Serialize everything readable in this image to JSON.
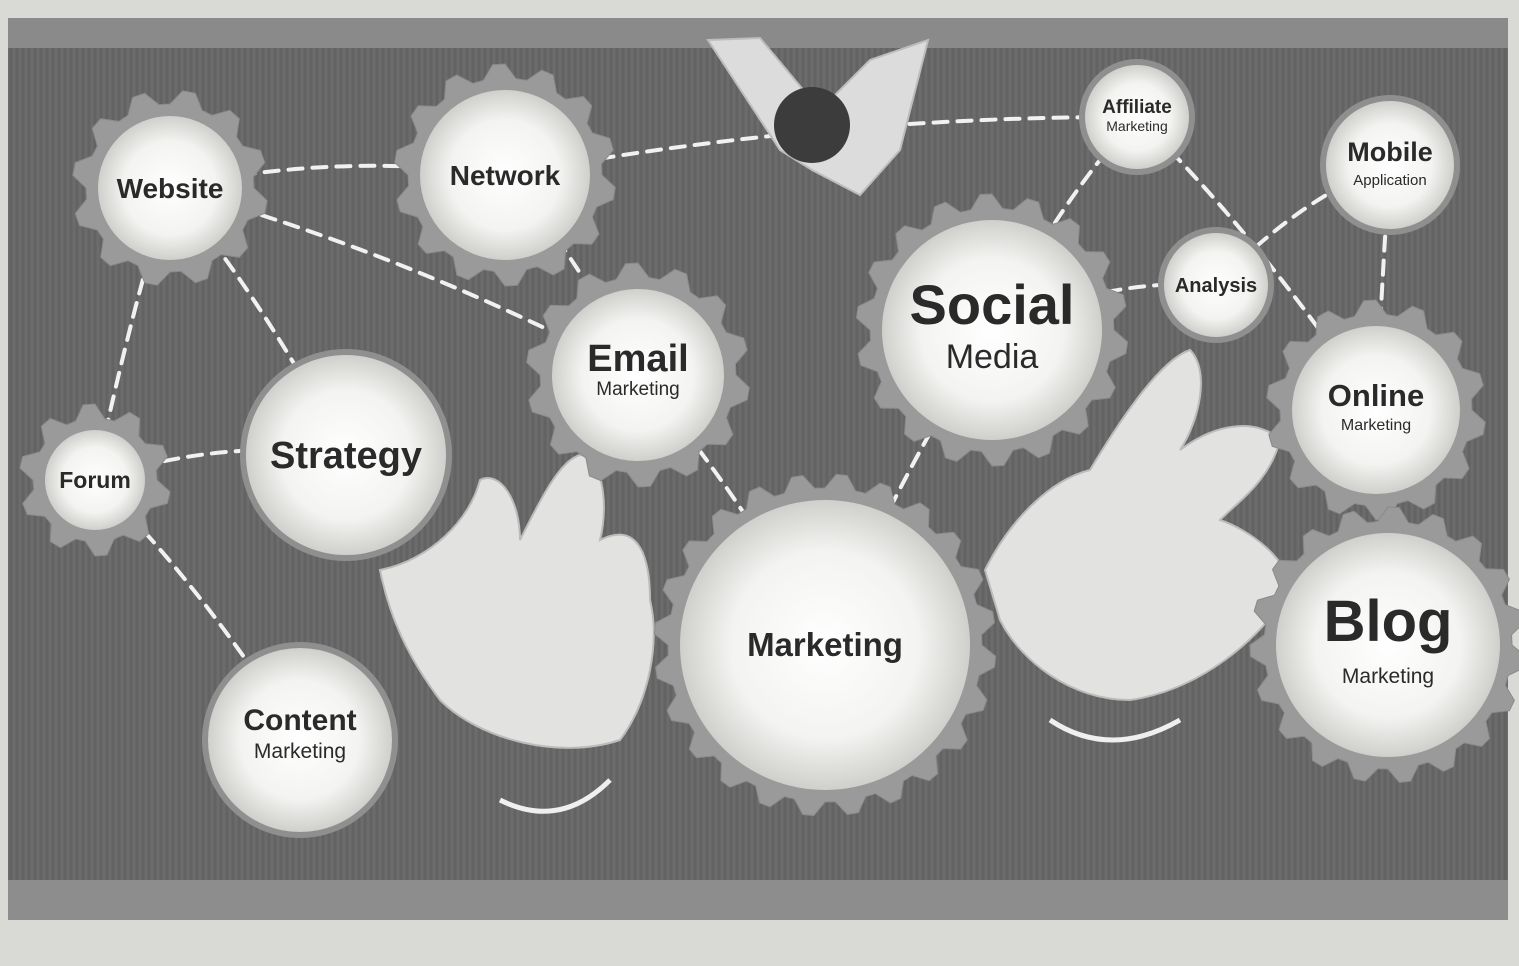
{
  "palette": {
    "paper": "#d9d9d6",
    "board": "#6b6b6b",
    "board_dark": "#5a5a5a",
    "gear": "#9a9a9a",
    "disc": "#f4f4f2",
    "dash": "#f1f1f1",
    "text": "#2a2a2a"
  },
  "nodes": [
    {
      "key": "website",
      "lines": [
        "Website"
      ],
      "gear": true,
      "icon": "gear-icon"
    },
    {
      "key": "network",
      "lines": [
        "Network"
      ],
      "gear": true,
      "icon": "gear-icon"
    },
    {
      "key": "affiliate",
      "lines": [
        "Affiliate",
        "Marketing"
      ],
      "gear": false,
      "icon": "circle-icon"
    },
    {
      "key": "mobile",
      "lines": [
        "Mobile",
        "Application"
      ],
      "gear": false,
      "icon": "circle-icon"
    },
    {
      "key": "social",
      "lines": [
        "Social",
        "Media"
      ],
      "gear": true,
      "icon": "gear-icon"
    },
    {
      "key": "analysis",
      "lines": [
        "Analysis"
      ],
      "gear": false,
      "icon": "circle-icon"
    },
    {
      "key": "email",
      "lines": [
        "Email",
        "Marketing"
      ],
      "gear": true,
      "icon": "gear-icon"
    },
    {
      "key": "strategy",
      "lines": [
        "Strategy"
      ],
      "gear": false,
      "icon": "circle-icon"
    },
    {
      "key": "forum",
      "lines": [
        "Forum"
      ],
      "gear": true,
      "icon": "gear-icon"
    },
    {
      "key": "online",
      "lines": [
        "Online",
        "Marketing"
      ],
      "gear": true,
      "icon": "gear-icon"
    },
    {
      "key": "marketing",
      "lines": [
        "Marketing"
      ],
      "gear": true,
      "icon": "gear-icon"
    },
    {
      "key": "blog",
      "lines": [
        "Blog",
        "Marketing"
      ],
      "gear": true,
      "icon": "gear-icon"
    },
    {
      "key": "content",
      "lines": [
        "Content",
        "Marketing"
      ],
      "gear": false,
      "icon": "circle-icon"
    }
  ],
  "links": [
    [
      "website",
      "network"
    ],
    [
      "network",
      "affiliate"
    ],
    [
      "affiliate",
      "social"
    ],
    [
      "affiliate",
      "online"
    ],
    [
      "mobile",
      "analysis"
    ],
    [
      "mobile",
      "online"
    ],
    [
      "analysis",
      "social"
    ],
    [
      "online",
      "blog"
    ],
    [
      "website",
      "email"
    ],
    [
      "email",
      "network"
    ],
    [
      "website",
      "forum"
    ],
    [
      "forum",
      "strategy"
    ],
    [
      "forum",
      "content"
    ],
    [
      "email",
      "marketing"
    ],
    [
      "social",
      "marketing"
    ],
    [
      "strategy",
      "website"
    ]
  ],
  "decor": {
    "left_hand": "hand-icon",
    "right_hand": "hand-icon",
    "top_figure": "figure-icon"
  }
}
